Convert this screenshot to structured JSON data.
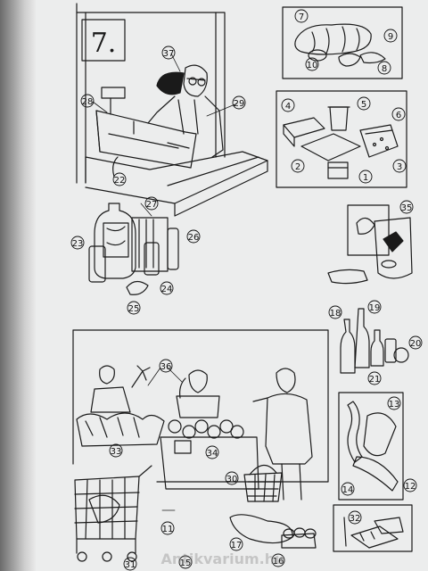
{
  "page": {
    "section_label": "7.",
    "watermark": "Antikvarium.hu"
  },
  "callouts": [
    {
      "id": "n1",
      "label": "1"
    },
    {
      "id": "n2",
      "label": "2"
    },
    {
      "id": "n3",
      "label": "3"
    },
    {
      "id": "n4",
      "label": "4"
    },
    {
      "id": "n5",
      "label": "5"
    },
    {
      "id": "n6",
      "label": "6"
    },
    {
      "id": "n7",
      "label": "7"
    },
    {
      "id": "n8",
      "label": "8"
    },
    {
      "id": "n9",
      "label": "9"
    },
    {
      "id": "n10",
      "label": "10"
    },
    {
      "id": "n11",
      "label": "11"
    },
    {
      "id": "n12",
      "label": "12"
    },
    {
      "id": "n13",
      "label": "13"
    },
    {
      "id": "n14",
      "label": "14"
    },
    {
      "id": "n15",
      "label": "15"
    },
    {
      "id": "n16",
      "label": "16"
    },
    {
      "id": "n17",
      "label": "17"
    },
    {
      "id": "n18",
      "label": "18"
    },
    {
      "id": "n19",
      "label": "19"
    },
    {
      "id": "n20",
      "label": "20"
    },
    {
      "id": "n21",
      "label": "21"
    },
    {
      "id": "n22",
      "label": "22"
    },
    {
      "id": "n23",
      "label": "23"
    },
    {
      "id": "n24",
      "label": "24"
    },
    {
      "id": "n25",
      "label": "25"
    },
    {
      "id": "n26",
      "label": "26"
    },
    {
      "id": "n27",
      "label": "27"
    },
    {
      "id": "n28",
      "label": "28"
    },
    {
      "id": "n29",
      "label": "29"
    },
    {
      "id": "n30",
      "label": "30"
    },
    {
      "id": "n31",
      "label": "31"
    },
    {
      "id": "n32",
      "label": "32"
    },
    {
      "id": "n33",
      "label": "33"
    },
    {
      "id": "n34",
      "label": "34"
    },
    {
      "id": "n35",
      "label": "35"
    },
    {
      "id": "n36",
      "label": "36"
    },
    {
      "id": "n37",
      "label": "37"
    }
  ]
}
